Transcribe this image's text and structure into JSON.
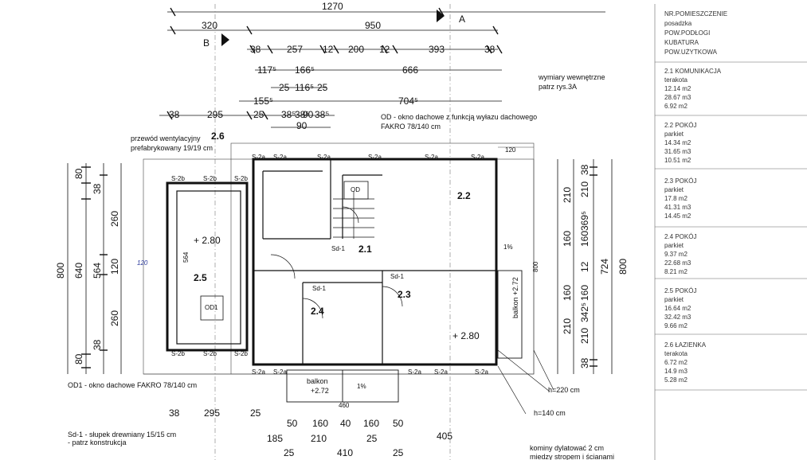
{
  "legend": {
    "header": [
      "NR.POMIESZCZENIE",
      "posadzka",
      "POW.PODŁOGI",
      "KUBATURA",
      "POW.UŻYTKOWA"
    ],
    "rooms": [
      {
        "name": "2.1 KOMUNIKACJA",
        "floor": "terakota",
        "area": "12.14 m2",
        "volume": "28.67 m3",
        "usable": "6.92 m2"
      },
      {
        "name": "2.2 POKÓJ",
        "floor": "parkiet",
        "area": "14.34 m2",
        "volume": "31.65 m3",
        "usable": "10.51 m2"
      },
      {
        "name": "2.3 POKÓJ",
        "floor": "parkiet",
        "area": "17.8 m2",
        "volume": "41.31 m3",
        "usable": "14.45 m2"
      },
      {
        "name": "2.4 POKÓJ",
        "floor": "parkiet",
        "area": "9.37 m2",
        "volume": "22.68 m3",
        "usable": "8.21 m2"
      },
      {
        "name": "2.5 POKÓJ",
        "floor": "parkiet",
        "area": "16.64 m2",
        "volume": "32.42 m3",
        "usable": "9.66 m2"
      },
      {
        "name": "2.6 ŁAZIENKA",
        "floor": "terakota",
        "area": "6.72 m2",
        "volume": "14.9 m3",
        "usable": "5.28 m2"
      }
    ]
  },
  "notes": {
    "internal_dims": "wymiary wewnętrzne",
    "internal_dims_ref": "patrz rys.3A",
    "od_window": "OD - okno dachowe z funkcją wyłazu dachowego",
    "od_window_model": "FAKRO 78/140 cm",
    "vent": "przewód wentylacyjny",
    "vent_type": "prefabrykowany 19/19 cm",
    "od1_window": "OD1 - okno dachowe FAKRO 78/140 cm",
    "post": "Sd-1 - słupek drewniany 15/15 cm",
    "post_ref": "- patrz konstrukcja",
    "chimney": "kominy dylatować 2 cm",
    "chimney2": "miedzy stropem i ścianami",
    "h220": "h=220 cm",
    "h140": "h=140 cm",
    "balkon": "balkon",
    "balkon_level": "+2.72",
    "balkon_right": "balkon +2.72",
    "level_280a": "+ 2.80",
    "level_280b": "+ 2.80"
  },
  "rooms": {
    "r21": "2.1",
    "r22": "2.2",
    "r23": "2.3",
    "r24": "2.4",
    "r25": "2.5",
    "r26": "2.6",
    "od": "OD",
    "od1": "OD1"
  },
  "axes": {
    "a": "A",
    "b": "B"
  },
  "dims_top": {
    "d1270": "1270",
    "d320": "320",
    "d950": "950",
    "row3": [
      "38",
      "257",
      "12",
      "200",
      "12",
      "393",
      "38"
    ],
    "row4a": "117⁵",
    "row4b": "166⁵",
    "row4c": "666",
    "row5": [
      "25",
      "116⁵",
      "25"
    ],
    "row6a": "155⁵",
    "row6b": "704⁵",
    "row7": [
      "38",
      "295",
      "25",
      "38⁵",
      "38⁵",
      "90",
      "38⁵"
    ],
    "row8": "90"
  },
  "dims_bottom": {
    "row1": [
      "38",
      "295",
      "25"
    ],
    "row2": [
      "50",
      "160",
      "40",
      "160",
      "50"
    ],
    "row3": [
      "185",
      "210",
      "25",
      "405"
    ],
    "row4": [
      "25",
      "410",
      "25"
    ],
    "balcony_w": "460"
  },
  "dims_left": {
    "total": "800",
    "a": "640",
    "b": "564",
    "segs": [
      "80",
      "38",
      "260",
      "120",
      "260",
      "38",
      "80"
    ]
  },
  "dims_right": {
    "segs": [
      "38",
      "210",
      "160",
      "12",
      "160",
      "210",
      "38"
    ],
    "sum1": "369⁵",
    "sum2": "342⁵",
    "a": "724",
    "b": "800",
    "c": "210",
    "d": "210"
  },
  "tags": {
    "s2a": "S-2a",
    "s2b": "S-2b",
    "sd1": "Sd-1",
    "one_pct": "1%",
    "d120": "120",
    "d800": "800",
    "d564": "564"
  }
}
